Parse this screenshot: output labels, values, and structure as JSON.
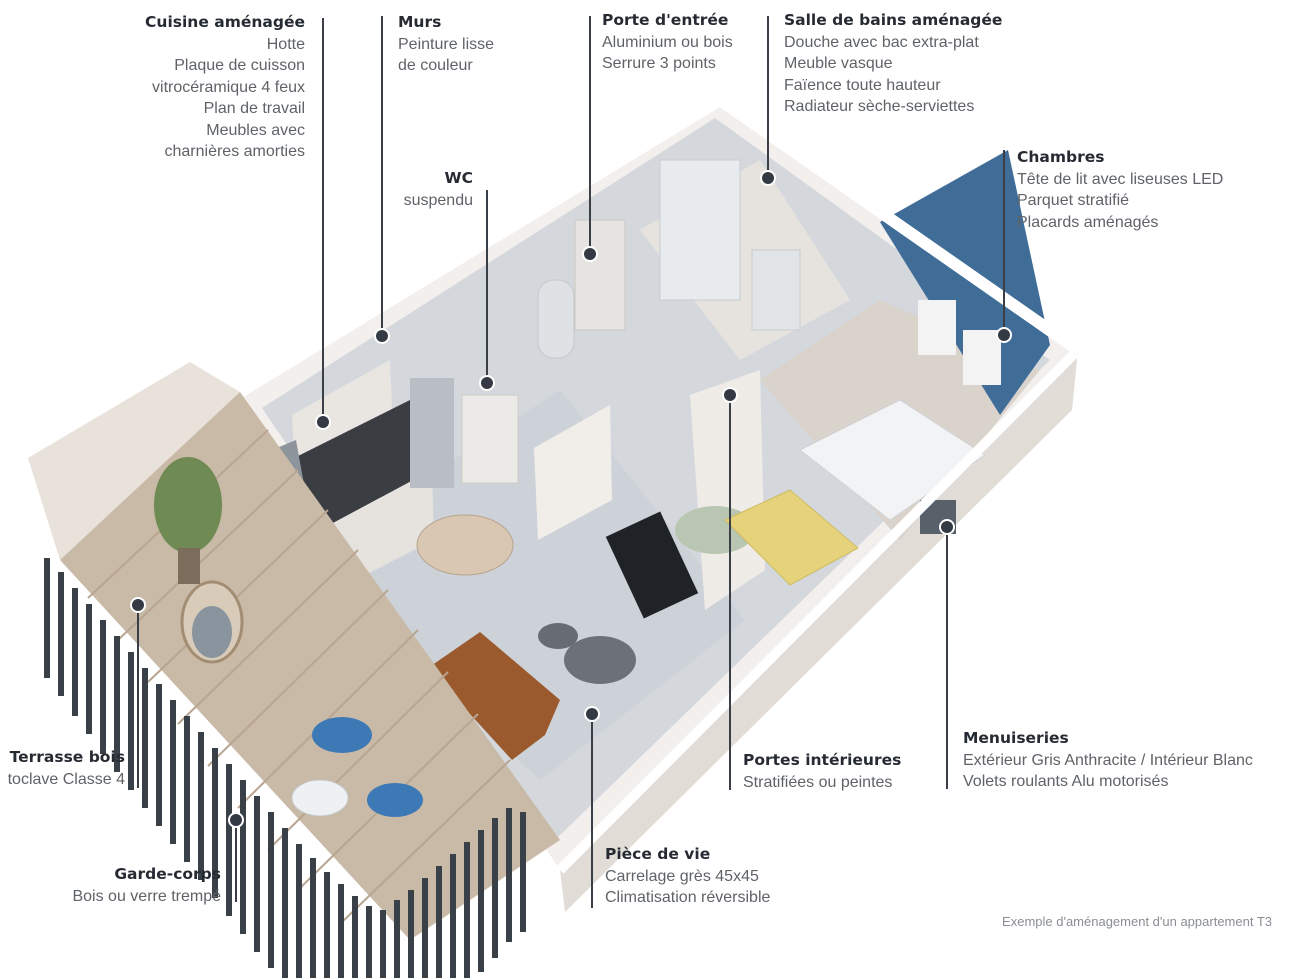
{
  "annotations": {
    "cuisine": {
      "title": "Cuisine aménagée",
      "lines": [
        "Hotte",
        "Plaque de cuisson",
        "vitrocéramique 4 feux",
        "Plan de travail",
        "Meubles avec",
        "charnières amorties"
      ]
    },
    "murs": {
      "title": "Murs",
      "lines": [
        "Peinture lisse",
        "de couleur"
      ]
    },
    "wc": {
      "title": "WC",
      "lines": [
        "suspendu"
      ]
    },
    "porte_entree": {
      "title": "Porte d'entrée",
      "lines": [
        "Aluminium ou bois",
        "Serrure 3 points"
      ]
    },
    "salle_de_bains": {
      "title": "Salle de bains aménagée",
      "lines": [
        "Douche avec bac extra-plat",
        "Meuble vasque",
        "Faïence toute hauteur",
        "Radiateur sèche-serviettes"
      ]
    },
    "chambres": {
      "title": "Chambres",
      "lines": [
        "Tête de lit avec liseuses LED",
        "Parquet stratifié",
        "Placards aménagés"
      ]
    },
    "terrasse": {
      "title": "Terrasse bois",
      "lines": [
        "toclave Classe 4"
      ]
    },
    "garde_corps": {
      "title": "Garde-corps",
      "lines": [
        "Bois ou verre trempé"
      ]
    },
    "piece_de_vie": {
      "title": "Pièce de vie",
      "lines": [
        "Carrelage grès 45x45",
        "Climatisation réversible"
      ]
    },
    "portes_interieures": {
      "title": "Portes intérieures",
      "lines": [
        "Stratifiées ou peintes"
      ]
    },
    "menuiseries": {
      "title": "Menuiseries",
      "lines": [
        "Extérieur Gris Anthracite / Intérieur Blanc",
        "Volets roulants Alu motorisés"
      ]
    }
  },
  "caption": "Exemple d'aménagement d'un appartement T3",
  "colors": {
    "line": "#3a3f47",
    "title": "#262b33",
    "text": "#5f6368",
    "accent_wall": "#3f6d98",
    "floor_tile": "#cdd2d8",
    "terrace_wood": "#c9b9a7",
    "sofa": "#9b5a2e",
    "bed_yellow": "#e6d27a",
    "chair_blue": "#3d79b4"
  }
}
